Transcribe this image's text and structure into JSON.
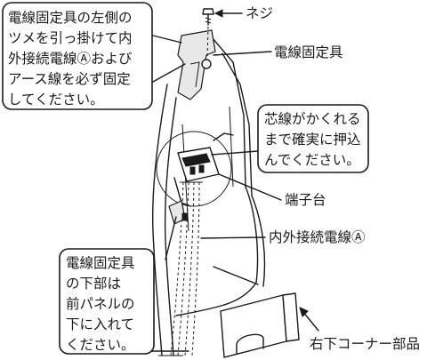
{
  "callouts": {
    "top_left": {
      "lines": [
        "電線固定具の左側の",
        "ツメを引っ掛けて内",
        "外接続電線Ⓐおよび",
        "アース線を必ず固定",
        "してください。"
      ]
    },
    "right": {
      "lines": [
        "芯線がかくれる",
        "まで確実に押込",
        "んでください。"
      ]
    },
    "bottom_left": {
      "lines": [
        "電線固定具",
        "の下部は",
        "前パネルの",
        "下に入れて",
        "ください。"
      ]
    }
  },
  "labels": {
    "screw": "ネジ",
    "wire_clamp": "電線固定具",
    "terminal_block": "端子台",
    "connecting_wire": "内外接続電線Ⓐ",
    "corner_part": "右下コーナー部品"
  }
}
